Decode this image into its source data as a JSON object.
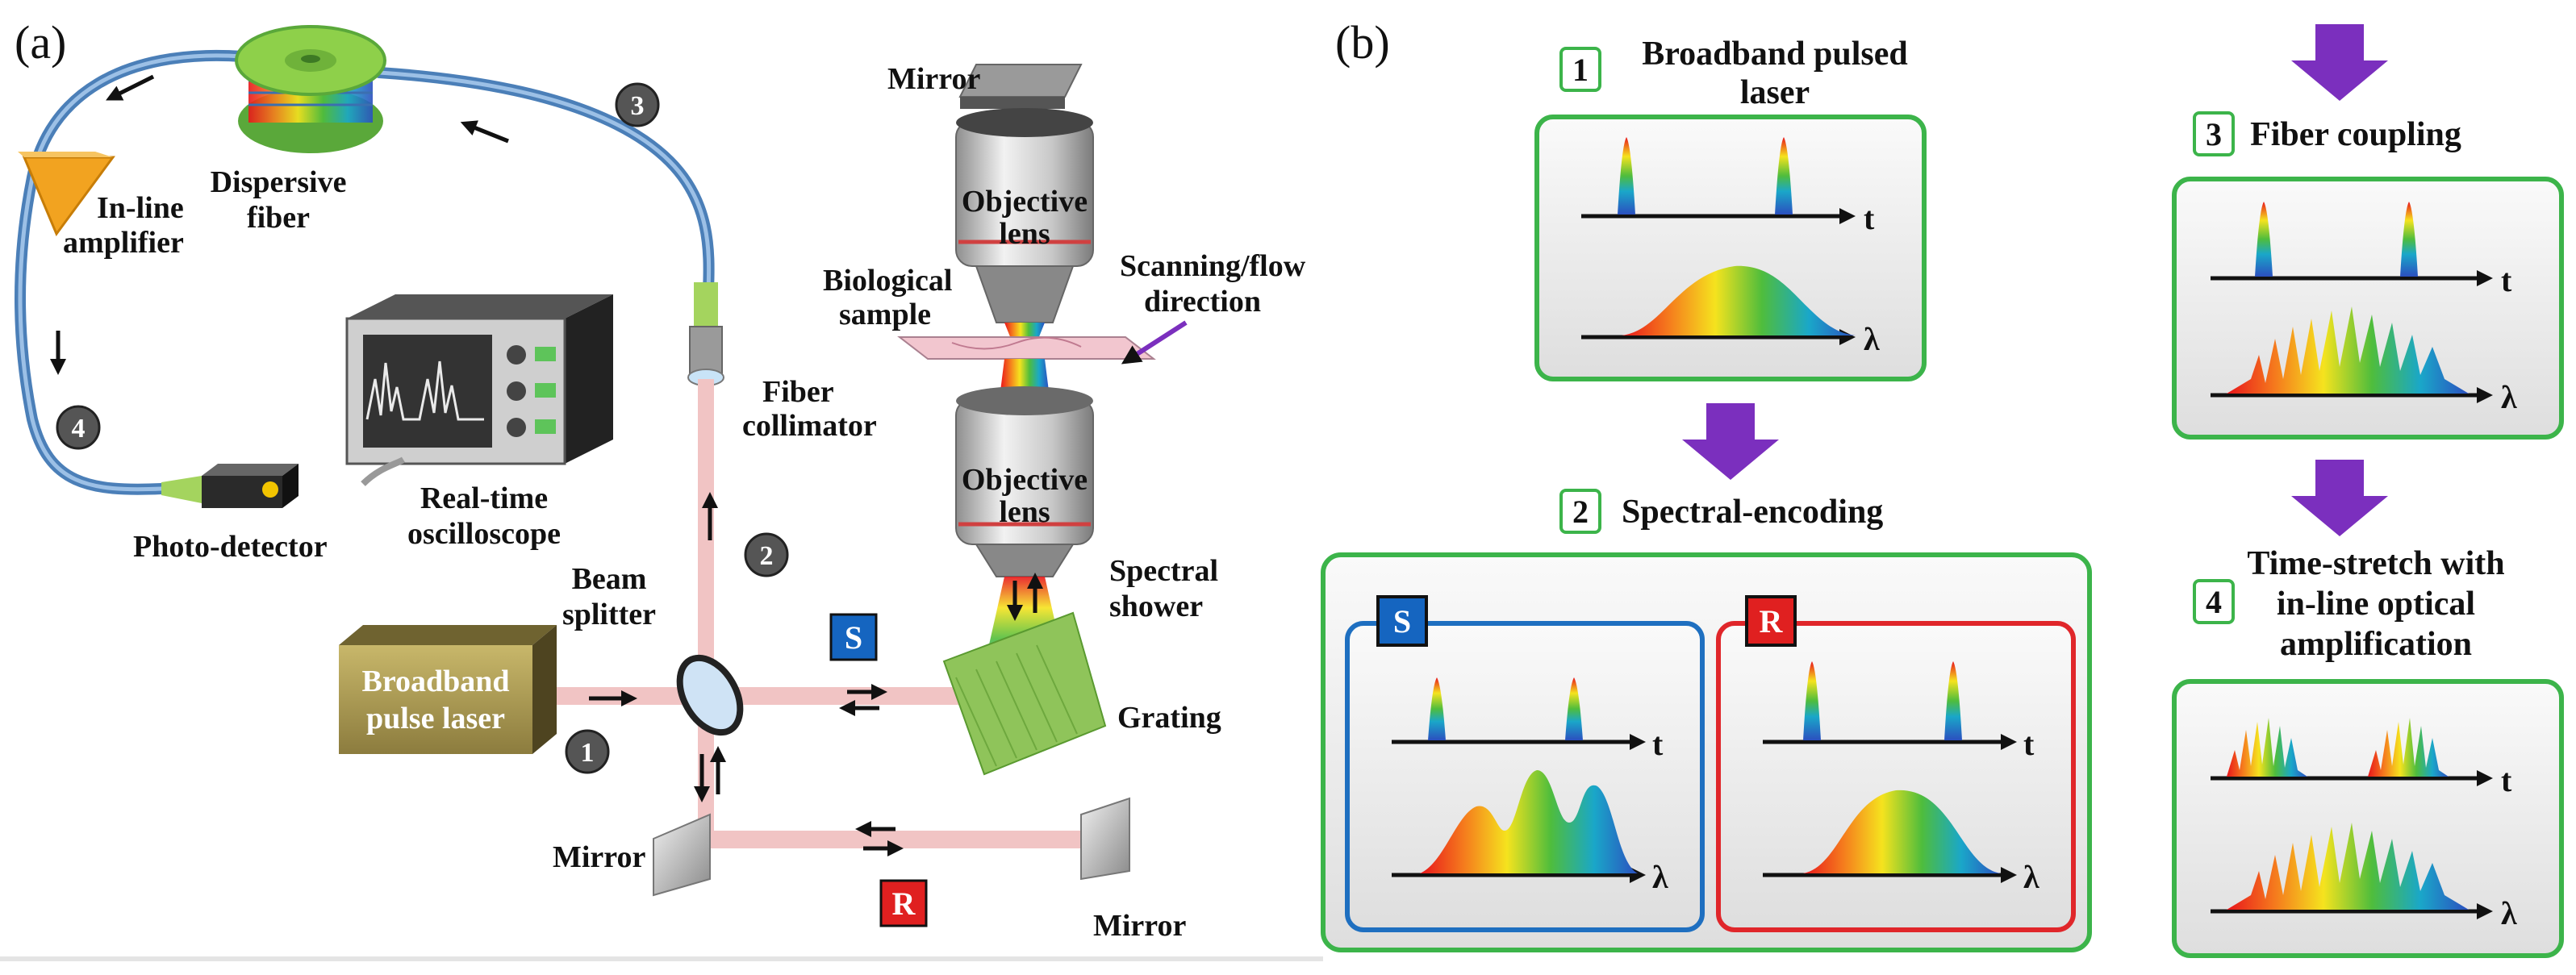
{
  "panel_a": {
    "letter": "(a)",
    "labels": {
      "mirror_top": "Mirror",
      "objective_top": [
        "Objective",
        "lens"
      ],
      "objective_bottom": [
        "Objective",
        "lens"
      ],
      "biological_sample": [
        "Biological",
        "sample"
      ],
      "scanning": [
        "Scanning/flow",
        "direction"
      ],
      "dispersive_fiber": [
        "Dispersive",
        "fiber"
      ],
      "inline_amplifier": [
        "In-line",
        "amplifier"
      ],
      "fiber_collimator": [
        "Fiber",
        "collimator"
      ],
      "photo_detector": "Photo-detector",
      "oscilloscope": [
        "Real-time",
        "oscilloscope"
      ],
      "beam_splitter": [
        "Beam",
        "splitter"
      ],
      "laser": [
        "Broadband",
        "pulse laser"
      ],
      "spectral_shower": [
        "Spectral",
        "shower"
      ],
      "grating": "Grating",
      "mirror_left": "Mirror",
      "mirror_right": "Mirror",
      "sample_arm": "S",
      "reference_arm": "R"
    },
    "steps": [
      "1",
      "2",
      "3",
      "4"
    ]
  },
  "panel_b": {
    "letter": "(b)",
    "step1": {
      "num": "1",
      "title": [
        "Broadband pulsed",
        "laser"
      ]
    },
    "step2": {
      "num": "2",
      "title": "Spectral-encoding",
      "s_label": "S",
      "r_label": "R"
    },
    "step3": {
      "num": "3",
      "title": "Fiber coupling"
    },
    "step4": {
      "num": "4",
      "title": [
        "Time-stretch with",
        "in-line optical",
        "amplification"
      ]
    },
    "axis_t": "t",
    "axis_lambda": "λ"
  },
  "colors": {
    "green_border": "#3cb44a",
    "blue_border": "#1e6fc0",
    "red_border": "#e0262a",
    "purple_arrow": "#7b2fbe",
    "s_square": "#1565c0",
    "r_square": "#e02020",
    "fiber": "#6f9ccf",
    "beam": "#e9b3b3"
  }
}
